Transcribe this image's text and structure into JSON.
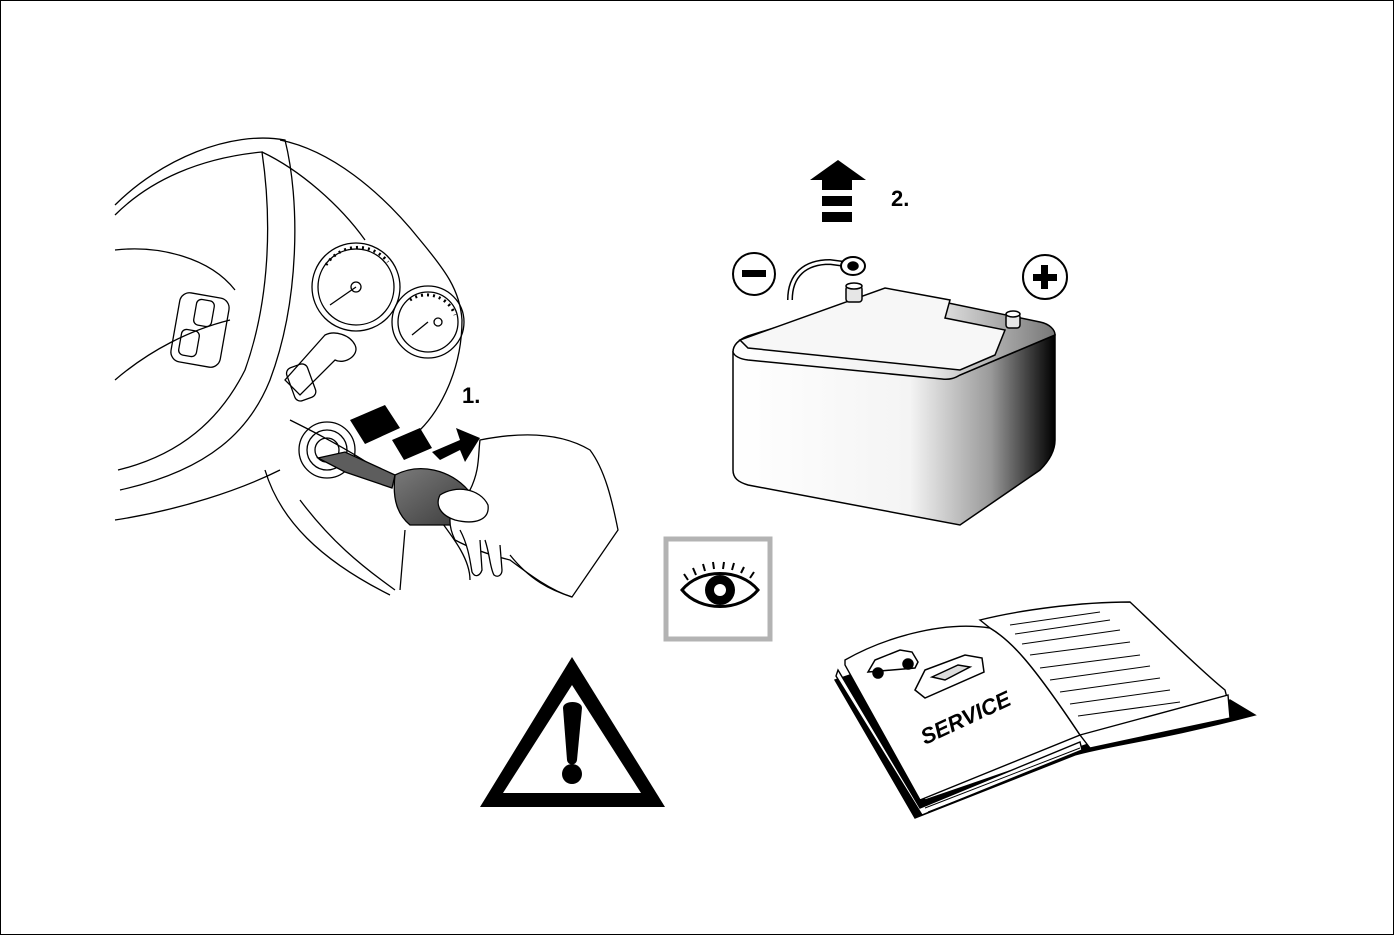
{
  "steps": {
    "step1_label": "1.",
    "step2_label": "2."
  },
  "battery": {
    "negative_sign": "−",
    "positive_sign": "+"
  },
  "manual": {
    "cover_text": "SERVICE"
  },
  "icons": {
    "eye": "eye-icon",
    "warning": "warning-triangle-icon",
    "up_arrow": "lift-arrow-icon",
    "push_arrow": "push-arrow-icon"
  },
  "colors": {
    "ink": "#000000",
    "paper": "#ffffff",
    "eye_frame": "#b3b3b3"
  }
}
